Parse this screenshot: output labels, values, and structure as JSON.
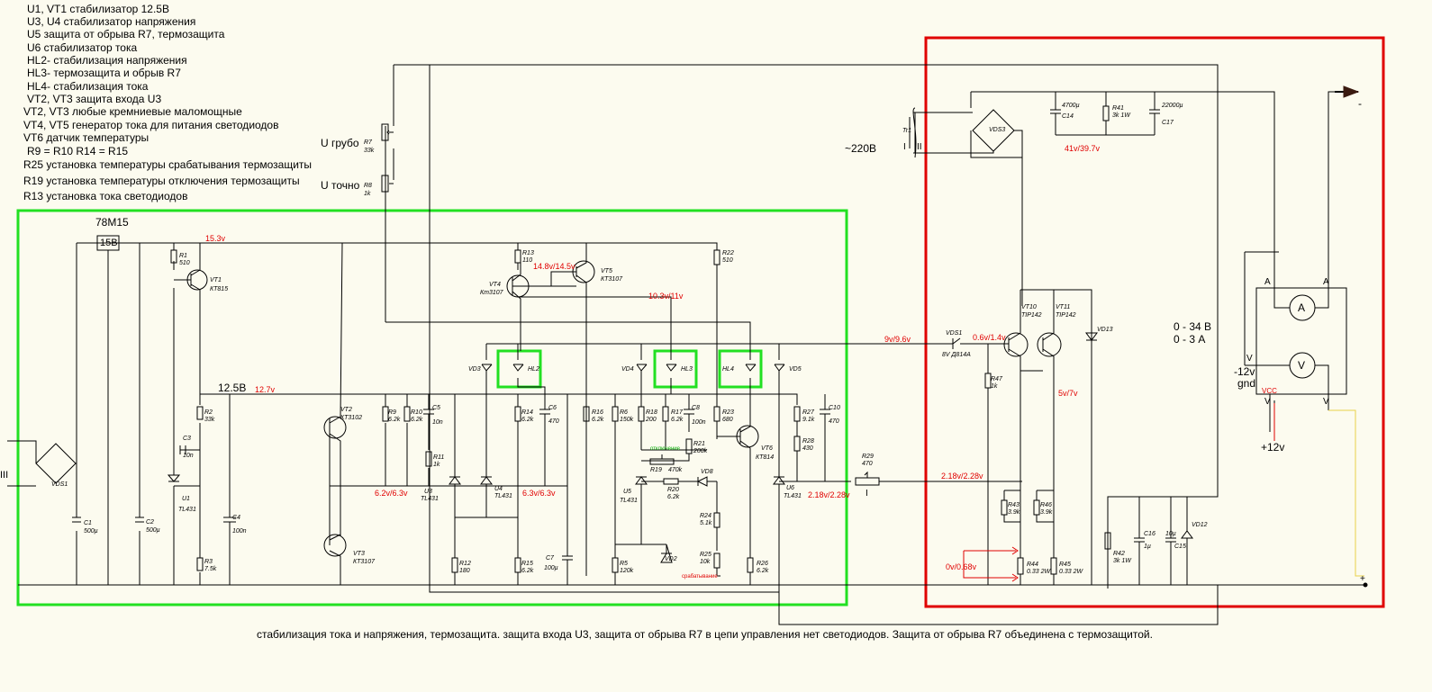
{
  "notes": [
    "U1, VT1 стабилизатор 12.5В",
    "U3, U4 стабилизатор напряжения",
    "U5  защита от обрыва R7, термозащита",
    "U6 стабилизатор тока",
    "HL2- стабилизация напряжения",
    "HL3- термозащита и обрыв R7",
    "HL4- стабилизация тока",
    "VT2, VT3 защита входа U3",
    "VT2, VT3 любые кремниевые маломощные",
    "VT4, VT5 генератор тока для питания светодиодов",
    "VT6 датчик температуры",
    "R9 = R10    R14 = R15",
    "R25 установка температуры срабатывания термозащиты",
    "R19 установка температуры отключения термозащиты",
    "R13 установка тока светодиодов"
  ],
  "caption": "стабилизация тока и напряжения, термозащита. защита входа U3, защита от обрыва R7  в цепи управления нет светодиодов. Защита от обрыва R7 объединена с термозащитой.",
  "controls": {
    "u_coarse": "U грубо",
    "u_fine": "U точно",
    "r7": "R7",
    "r7v": "33k",
    "r8": "R8",
    "r8v": "1k"
  },
  "regulator": {
    "name": "78M15",
    "box": "15В"
  },
  "rails": {
    "v125": "12.5В"
  },
  "readings": {
    "v153": "15.3v",
    "v127": "12.7v",
    "v148": "14.8v/14.5v",
    "v103": "10.3v/11v",
    "v9": "9v/9.6v",
    "v06": "0.6v/1.4v",
    "v41": "41v/39.7v",
    "v5": "5v/7v",
    "v62": "6.2v/6.3v",
    "v63": "6.3v/6.3v",
    "v218a": "2.18v/2.28v",
    "v218b": "2.18v/2.28v",
    "v0": "0v/0.68v"
  },
  "mains": {
    "label": "~220В",
    "tr": "Tr1",
    "w1": "I",
    "w2": "II",
    "vds": "VDS3",
    "in3": "III"
  },
  "meter": {
    "range_v": "0 - 34 В",
    "range_a": "0 - 3 А",
    "a1": "A",
    "a2": "A",
    "amm": "A",
    "volt": "V",
    "v1": "V",
    "v2": "V",
    "v3": "V",
    "neg": "-12v",
    "gnd": "gnd",
    "vcc": "VCC",
    "pos": "+12v",
    "minus": "-",
    "plus": "+"
  },
  "leds": [
    {
      "ref": "HL2",
      "vd": "VD3"
    },
    {
      "ref": "HL3",
      "vd": "VD4"
    },
    {
      "ref": "HL4",
      "vd": "VD5"
    }
  ],
  "parts": {
    "r1": "R1",
    "r1v": "510",
    "vt1": "VT1",
    "vt1t": "КТ815",
    "r2": "R2",
    "r2v": "33k",
    "c3": "C3",
    "c3v": "10n",
    "u1": "U1",
    "u1t": "TL431",
    "r3": "R3",
    "r3v": "7.5k",
    "c1": "C1",
    "c1v": "500µ",
    "c2": "C2",
    "c2v": "500µ",
    "c4": "C4",
    "c4v": "100n",
    "vds1": "VDS1",
    "vt2": "VT2",
    "vt2t": "КТ3102",
    "vt3": "VT3",
    "vt3t": "КТ3107",
    "r9": "R9",
    "r9v": "6.2k",
    "r10": "R10",
    "r10v": "6.2k",
    "c5": "C5",
    "c5v": "10n",
    "r11": "R11",
    "r11v": "1k",
    "u3": "U3",
    "u3t": "TL431",
    "r12": "R12",
    "r12v": "180",
    "u4": "U4",
    "u4t": "TL431",
    "r13": "R13",
    "r13v": "110",
    "vt4": "VT4",
    "vt4t": "Кт3107",
    "vt5": "VT5",
    "vt5t": "КТ3107",
    "r14": "R14",
    "r14v": "6.2k",
    "c6": "C6",
    "c6v": "470",
    "r15": "R15",
    "r15v": "6.2k",
    "c7": "C7",
    "c7v": "100µ",
    "r16": "R16",
    "r16v": "6.2k",
    "r6": "R6",
    "r6v": "150k",
    "r5": "R5",
    "r5v": "120k",
    "r18": "R18",
    "r18v": "200",
    "r17": "R17",
    "r17v": "6.2k",
    "c8": "C8",
    "c8v": "100n",
    "r21": "R21",
    "r21v": "200k",
    "otk": "отключение",
    "r19": "R19",
    "r19v": "470k",
    "u5": "U5",
    "u5t": "TL431",
    "r20": "R20",
    "r20v": "6.2k",
    "vd8": "VD8",
    "vd2": "VD2",
    "r22": "R22",
    "r22v": "510",
    "r23": "R23",
    "r23v": "680",
    "vt6": "VT6",
    "vt6t": "КТ814",
    "r24": "R24",
    "r24v": "5.1k",
    "r25": "R25",
    "r25v": "10k",
    "srab": "срабатывание",
    "r26": "R26",
    "r26v": "6.2k",
    "r27": "R27",
    "r27v": "9.1k",
    "r28": "R28",
    "r28v": "430",
    "c10": "C10",
    "c10v": "470",
    "u6": "U6",
    "u6t": "TL431",
    "r29": "R29",
    "r29v": "470",
    "r29i": "I",
    "vds1b": "VDS1",
    "vds1bt": "8V Д814А",
    "vt10": "VT10",
    "vt10t": "TIP142",
    "vt11": "VT11",
    "vt11t": "TIP142",
    "vd13": "VD13",
    "r47": "R47",
    "r47v": "1k",
    "c14": "C14",
    "c14v": "4700µ",
    "r41": "R41",
    "r41v": "3k 1W",
    "c17": "C17",
    "c17v": "22000µ",
    "r43": "R43",
    "r43v": "3.9k",
    "r46": "R46",
    "r46v": "3.9k",
    "r44": "R44",
    "r44v": "0.33  2W",
    "r45": "R45",
    "r45v": "0.33  2W",
    "r42": "R42",
    "r42v": "3k 1W",
    "c16": "C16",
    "c16v": "1µ",
    "c15": "C15",
    "c15v": "10µ",
    "vd12": "VD12"
  },
  "colors": {
    "green": "#22e022",
    "red": "#e00000",
    "wire": "#000000",
    "yellow": "#e8d24a"
  }
}
